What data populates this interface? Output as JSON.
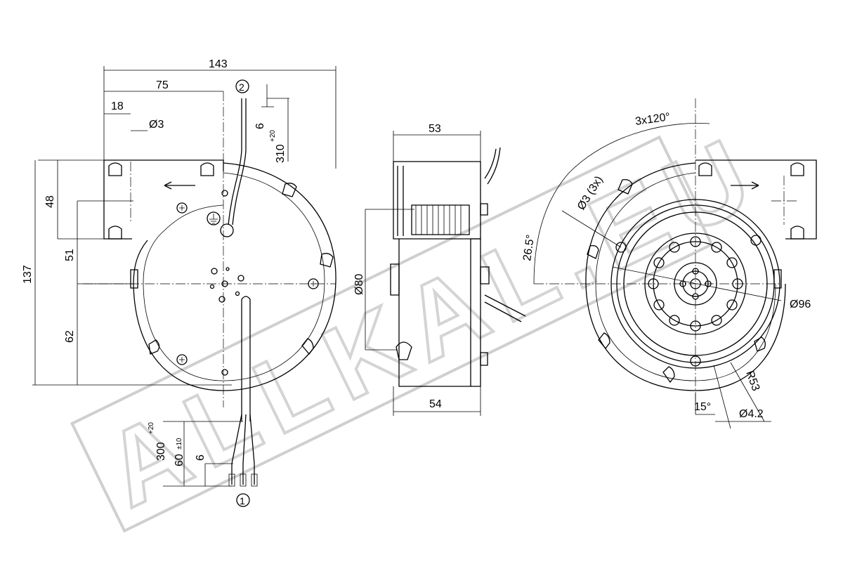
{
  "dimensions": {
    "overall_width": "143",
    "offset_75": "75",
    "offset_18": "18",
    "hole_dia": "Ø3",
    "wire_gap": "6",
    "lead_length_top": "310",
    "lead_tol_top": "+20",
    "height_48": "48",
    "height_51": "51",
    "overall_height": "137",
    "height_62": "62",
    "side_width_top": "53",
    "side_width_bottom": "54",
    "inlet_dia": "Ø80",
    "lead_length_bottom": "300",
    "lead_tol_bottom": "+20",
    "strip_length": "60",
    "strip_tol": "±10",
    "wire_end": "6",
    "pattern": "3x120°",
    "holes": "Ø3 (3x)",
    "angle": "26.5°",
    "rotor_dia": "Ø96",
    "radius": "R53",
    "angle2": "15°",
    "mount_hole": "Ø4.2"
  },
  "callouts": {
    "lead_1": "1",
    "lead_2": "2"
  },
  "watermark": {
    "text": "ALLKAL.EU"
  }
}
